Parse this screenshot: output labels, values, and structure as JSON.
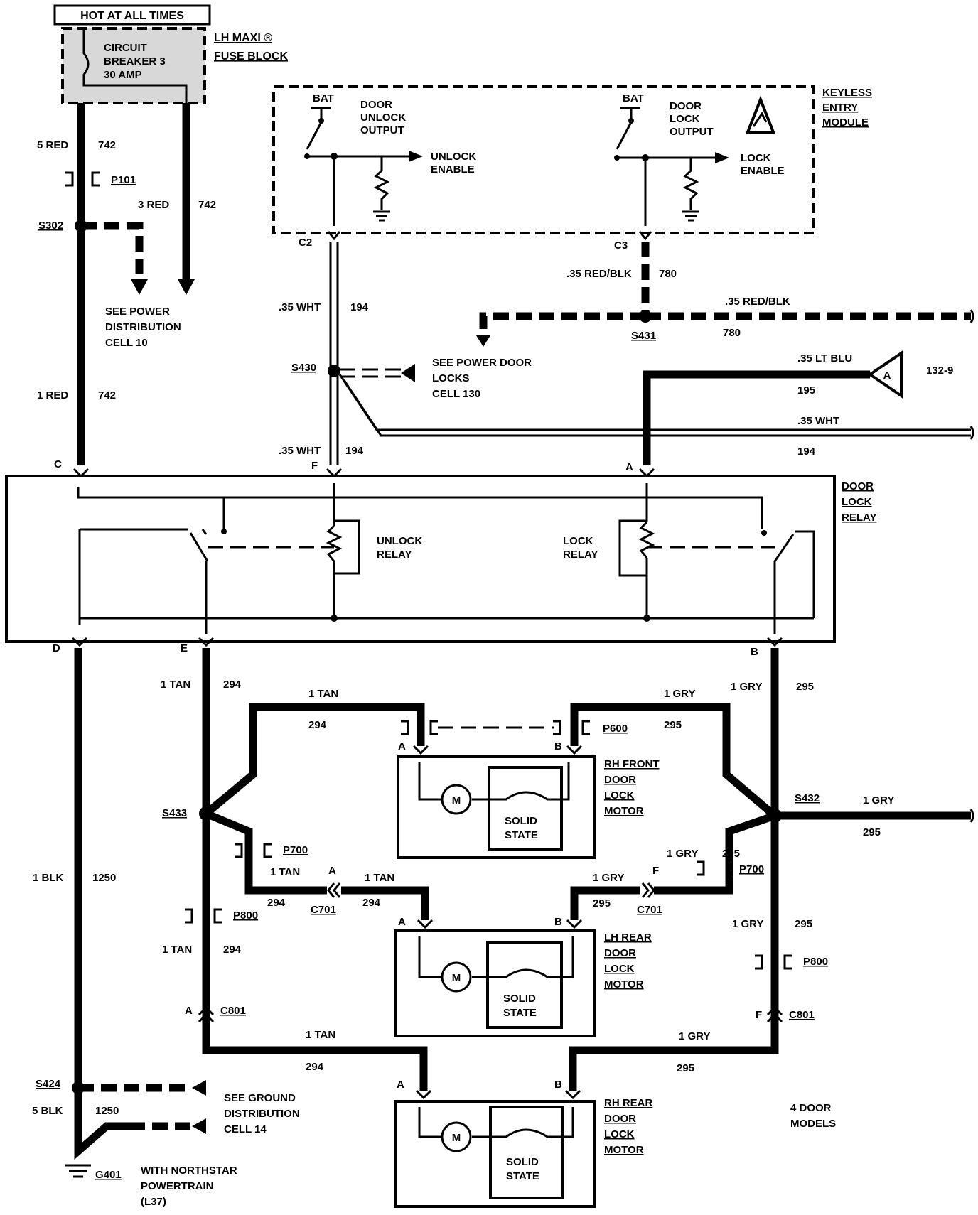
{
  "header": {
    "hot_label": "HOT AT ALL TIMES"
  },
  "fuse_block": {
    "circuit_breaker": [
      "CIRCUIT",
      "BREAKER 3",
      "30 AMP"
    ],
    "name": [
      "LH MAXI ®",
      "FUSE BLOCK"
    ]
  },
  "keyless_module": {
    "name": [
      "KEYLESS",
      "ENTRY",
      "MODULE"
    ],
    "bat_left": "BAT",
    "bat_right": "BAT",
    "unlock_output": [
      "DOOR",
      "UNLOCK",
      "OUTPUT"
    ],
    "lock_output": [
      "DOOR",
      "LOCK",
      "OUTPUT"
    ],
    "unlock_enable": [
      "UNLOCK",
      "ENABLE"
    ],
    "lock_enable": [
      "LOCK",
      "ENABLE"
    ],
    "conn_c2": "C2",
    "conn_c3": "C3"
  },
  "wires": {
    "red5": "5 RED",
    "c742": "742",
    "red3": "3 RED",
    "red1": "1 RED",
    "wht35": ".35 WHT",
    "c194": "194",
    "redblk35": ".35 RED/BLK",
    "c780": "780",
    "ltblu35": ".35 LT BLU",
    "c195": "195",
    "tan1": "1 TAN",
    "c294": "294",
    "gry1": "1 GRY",
    "c295": "295",
    "blk1": "1 BLK",
    "c1250": "1250",
    "blk5": "5 BLK"
  },
  "splices": {
    "s302": "S302",
    "s430": "S430",
    "s431": "S431",
    "s433": "S433",
    "s432": "S432",
    "s424": "S424",
    "g401": "G401"
  },
  "connectors": {
    "p101": "P101",
    "p600": "P600",
    "p700": "P700",
    "p800": "P800",
    "c701": "C701",
    "c801": "C801"
  },
  "refs": {
    "power_dist": [
      "SEE POWER",
      "DISTRIBUTION",
      "CELL 10"
    ],
    "power_door_locks": [
      "SEE POWER DOOR",
      "LOCKS",
      "CELL 130"
    ],
    "ground_dist": [
      "SEE GROUND",
      "DISTRIBUTION",
      "CELL 14"
    ],
    "arrow_a": "A",
    "ref_132": "132-9"
  },
  "relay": {
    "name": [
      "DOOR",
      "LOCK",
      "RELAY"
    ],
    "unlock": [
      "UNLOCK",
      "RELAY"
    ],
    "lock": [
      "LOCK",
      "RELAY"
    ],
    "pin_c": "C",
    "pin_f": "F",
    "pin_a": "A",
    "pin_d": "D",
    "pin_e": "E",
    "pin_b": "B"
  },
  "motors": {
    "rh_front": [
      "RH FRONT",
      "DOOR",
      "LOCK",
      "MOTOR"
    ],
    "lh_rear": [
      "LH REAR",
      "DOOR",
      "LOCK",
      "MOTOR"
    ],
    "rh_rear": [
      "RH REAR",
      "DOOR",
      "LOCK",
      "MOTOR"
    ],
    "motor_symbol": "M",
    "solid_state": [
      "SOLID",
      "STATE"
    ],
    "pin_a": "A",
    "pin_b": "B",
    "pin_f": "F",
    "pin_tan_alt": "1 TAN"
  },
  "notes": {
    "four_door": [
      "4 DOOR",
      "MODELS"
    ],
    "northstar": [
      "WITH NORTHSTAR",
      "POWERTRAIN",
      "(L37)"
    ]
  }
}
